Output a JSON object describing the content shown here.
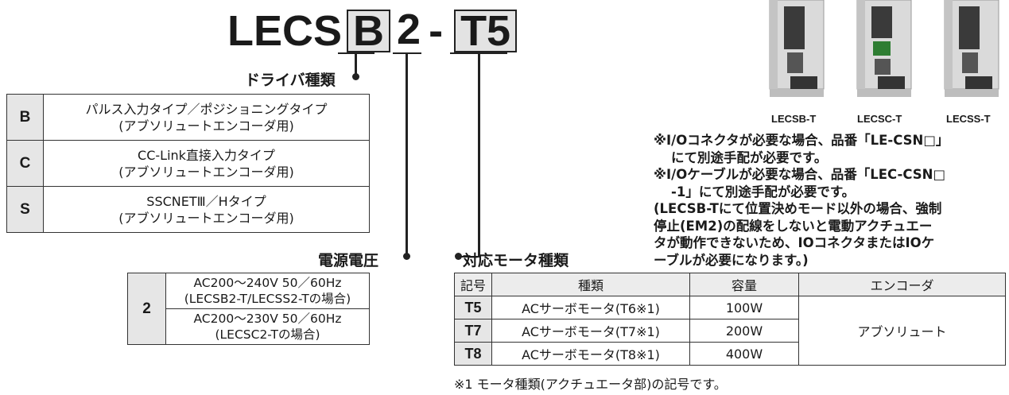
{
  "model_code": {
    "prefix": "LECS",
    "driver_code": "B",
    "voltage_code": "2",
    "dash": "-",
    "motor_code": "T5"
  },
  "driver_section": {
    "label": "ドライバ種類",
    "rows": [
      {
        "code": "B",
        "line1": "パルス入力タイプ／ポジショニングタイプ",
        "line2": "(アブソリュートエンコーダ用)"
      },
      {
        "code": "C",
        "line1": "CC-Link直接入力タイプ",
        "line2": "(アブソリュートエンコーダ用)"
      },
      {
        "code": "S",
        "line1": "SSCNETⅢ／Hタイプ",
        "line2": "(アブソリュートエンコーダ用)"
      }
    ]
  },
  "voltage_section": {
    "label": "電源電圧",
    "code": "2",
    "options": [
      {
        "line1": "AC200～240V 50／60Hz",
        "line2": "(LECSB2-T/LECSS2-Tの場合)"
      },
      {
        "line1": "AC200～230V 50／60Hz",
        "line2": "(LECSC2-Tの場合)"
      }
    ]
  },
  "motor_section": {
    "label": "対応モータ種類",
    "headers": [
      "記号",
      "種類",
      "容量",
      "エンコーダ"
    ],
    "rows": [
      {
        "code": "T5",
        "type": "ACサーボモータ(T6※1)",
        "capacity": "100W"
      },
      {
        "code": "T7",
        "type": "ACサーボモータ(T7※1)",
        "capacity": "200W"
      },
      {
        "code": "T8",
        "type": "ACサーボモータ(T8※1)",
        "capacity": "400W"
      }
    ],
    "encoder": "アブソリュート",
    "footnote": "※1 モータ種類(アクチュエータ部)の記号です。"
  },
  "products": [
    "LECSB-T",
    "LECSC-T",
    "LECSS-T"
  ],
  "notes": [
    "※I/Oコネクタが必要な場合、品番「LE-CSN□」",
    "にて別途手配が必要です。",
    "※I/Oケーブルが必要な場合、品番「LEC-CSN□",
    "-1」にて別途手配が必要です。",
    "(LECSB-Tにて位置決めモード以外の場合、強制",
    "停止(EM2)の配線をしないと電動アクチュエー",
    "タが動作できないため、IOコネクタまたはIOケ",
    "ーブルが必要になります。)"
  ],
  "colors": {
    "line": "#222222",
    "code_cell_bg": "#e6e6e6",
    "photo_body": "#d9d9d9",
    "photo_dark": "#3a3a3a"
  }
}
